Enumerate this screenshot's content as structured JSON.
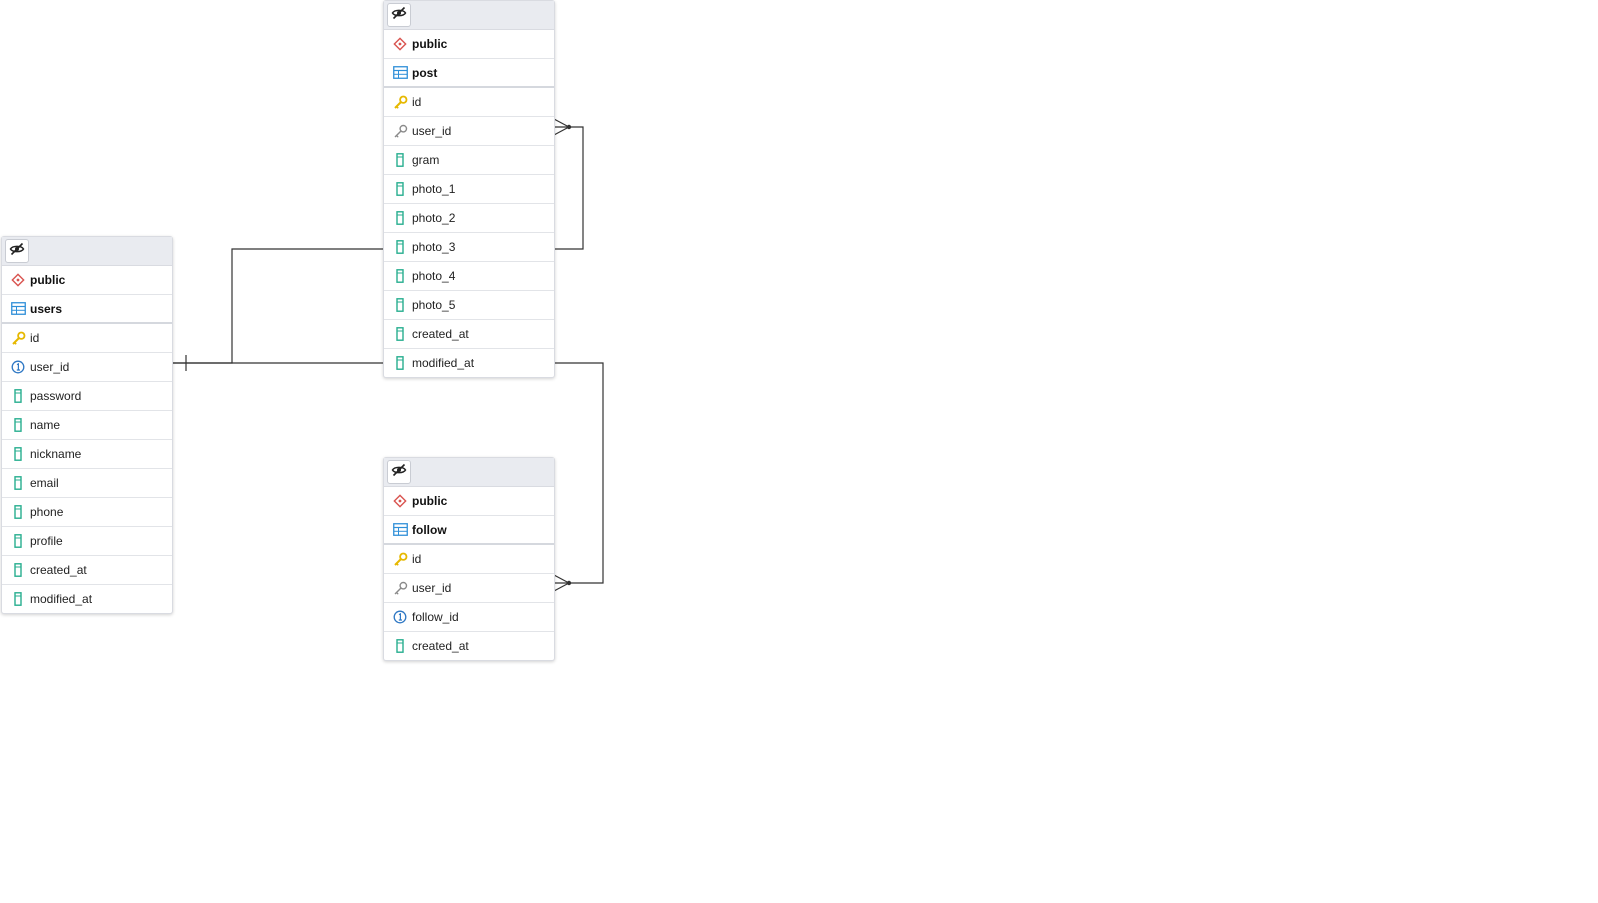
{
  "tables": {
    "post": {
      "schema": "public",
      "name": "post",
      "columns": [
        {
          "name": "id",
          "kind": "primary-key"
        },
        {
          "name": "user_id",
          "kind": "foreign-key"
        },
        {
          "name": "gram",
          "kind": "column"
        },
        {
          "name": "photo_1",
          "kind": "column"
        },
        {
          "name": "photo_2",
          "kind": "column"
        },
        {
          "name": "photo_3",
          "kind": "column"
        },
        {
          "name": "photo_4",
          "kind": "column"
        },
        {
          "name": "photo_5",
          "kind": "column"
        },
        {
          "name": "created_at",
          "kind": "column"
        },
        {
          "name": "modified_at",
          "kind": "column"
        }
      ]
    },
    "users": {
      "schema": "public",
      "name": "users",
      "columns": [
        {
          "name": "id",
          "kind": "primary-key"
        },
        {
          "name": "user_id",
          "kind": "unique"
        },
        {
          "name": "password",
          "kind": "column"
        },
        {
          "name": "name",
          "kind": "column"
        },
        {
          "name": "nickname",
          "kind": "column"
        },
        {
          "name": "email",
          "kind": "column"
        },
        {
          "name": "phone",
          "kind": "column"
        },
        {
          "name": "profile",
          "kind": "column"
        },
        {
          "name": "created_at",
          "kind": "column"
        },
        {
          "name": "modified_at",
          "kind": "column"
        }
      ]
    },
    "follow": {
      "schema": "public",
      "name": "follow",
      "columns": [
        {
          "name": "id",
          "kind": "primary-key"
        },
        {
          "name": "user_id",
          "kind": "foreign-key"
        },
        {
          "name": "follow_id",
          "kind": "unique"
        },
        {
          "name": "created_at",
          "kind": "column"
        }
      ]
    }
  },
  "icons": {
    "visibility_toggle": "eye-slash-icon",
    "schema": "schema-diamond-icon",
    "table": "table-grid-icon",
    "primary-key": "key-icon",
    "foreign-key": "foreign-key-icon",
    "unique": "unique-index-icon",
    "column": "column-icon"
  },
  "colors": {
    "header_bg": "#e9ebf0",
    "schema_icon": "#d9534f",
    "table_icon": "#2f8fd8",
    "primary_key": "#e6b800",
    "foreign_key": "#8a8a8a",
    "unique": "#2f78c4",
    "column": "#27ae8f",
    "link": "#333333"
  },
  "relationships": [
    {
      "from": "users.user_id",
      "to": "post.user_id",
      "cardinality": "one-to-many"
    },
    {
      "from": "users.user_id",
      "to": "follow.user_id",
      "cardinality": "one-to-many"
    }
  ]
}
